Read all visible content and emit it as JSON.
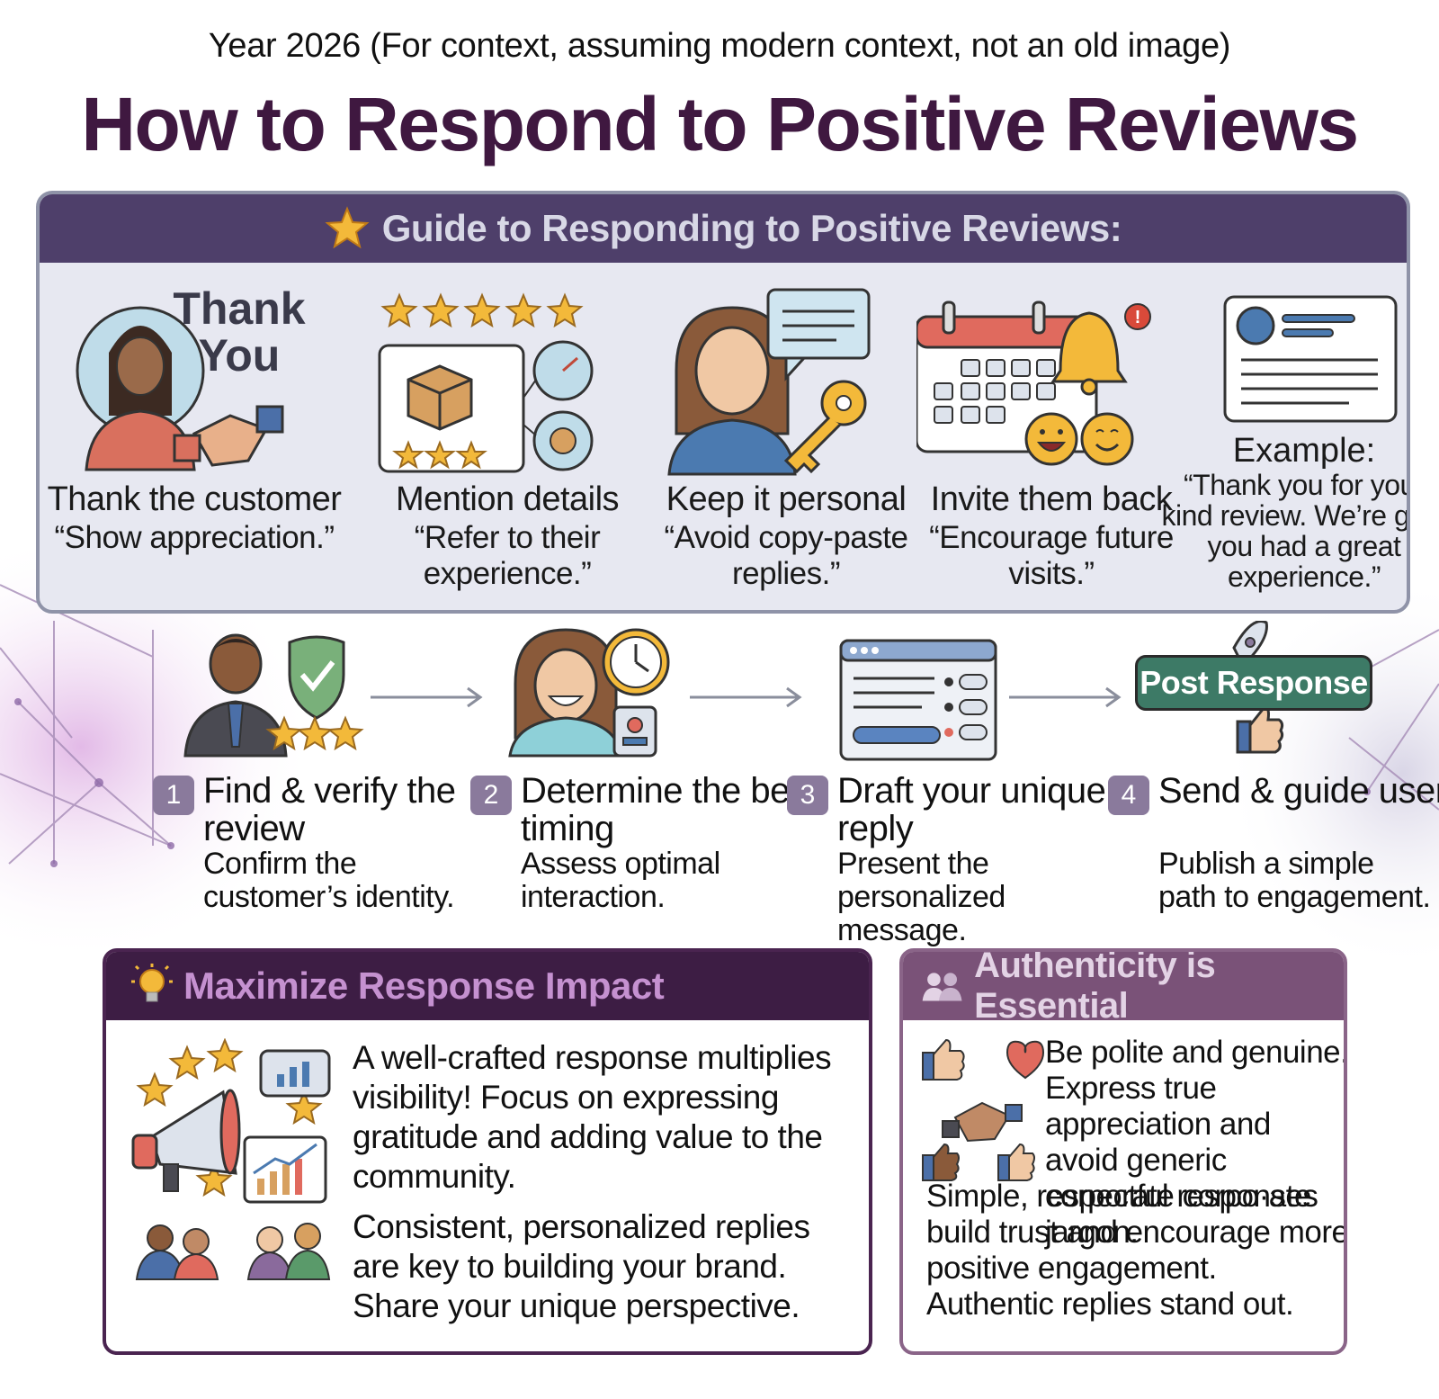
{
  "header": {
    "year_line": "Year 2026 (For context, assuming modern context, not an old image)",
    "title": "How to Respond to Positive Reviews"
  },
  "guide": {
    "heading": "Guide to Responding to Positive Reviews:",
    "heading_icon": "star-icon",
    "tips": [
      {
        "art_text_1": "Thank",
        "art_text_2": "You",
        "title": "Thank the customer",
        "desc": "“Show appreciation.”"
      },
      {
        "title": "Mention details",
        "desc": "“Refer to their experience.”"
      },
      {
        "title": "Keep it personal",
        "desc": "“Avoid copy-paste replies.”"
      },
      {
        "title": "Invite them back",
        "desc": "“Encourage future visits.”"
      },
      {
        "title": "Example:",
        "desc": "“Thank you for your kind review. We’re glad you had a great experience.”"
      }
    ]
  },
  "steps": [
    {
      "number": "1",
      "title": "Find & verify the review",
      "desc": "Confirm the customer’s identity."
    },
    {
      "number": "2",
      "title": "Determine the best timing",
      "desc": "Assess optimal interaction."
    },
    {
      "number": "3",
      "title": "Draft your unique reply",
      "desc": "Present the personalized message."
    },
    {
      "number": "4",
      "title": "Send & guide user",
      "desc": "Publish a simple path to engagement.",
      "button": "Post Response"
    }
  ],
  "impact": {
    "heading": "Maximize Response Impact",
    "heading_icon": "lightbulb-icon",
    "para1": "A well-crafted response multiplies visibility! Focus on expressing gratitude and adding value to the community.",
    "para2": "Consistent, personalized replies are key to building your brand. Share your unique perspective."
  },
  "authenticity": {
    "heading": "Authenticity is Essential",
    "heading_icon": "people-icon",
    "para1": "Be polite and genuine. Express true appreciation and avoid generic corporate corpo·ate jargon.",
    "para2": "Simple, respectful responses build trust and encourage more positive engagement. Authentic replies stand out."
  },
  "colors": {
    "title": "#3f1840",
    "guide_header": "#4e3f6a",
    "guide_bg": "#e7e8f1",
    "step_badge": "#8a7a9c",
    "post_button": "#3d7a66",
    "impact_header": "#3d1d44",
    "auth_header": "#7a5278"
  }
}
